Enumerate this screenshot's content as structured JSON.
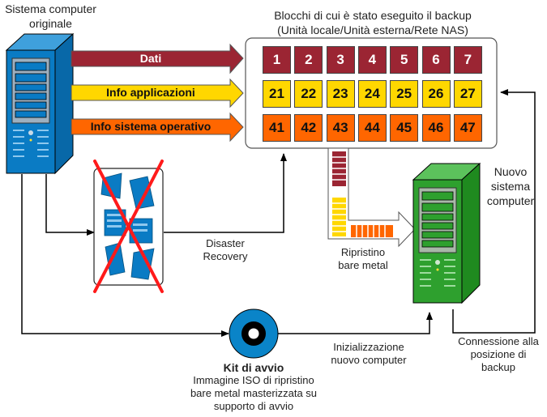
{
  "source_system": {
    "label_line1": "Sistema computer",
    "label_line2": "originale"
  },
  "backup_store": {
    "title_line1": "Blocchi di cui è stato eseguito il backup",
    "title_line2": "(Unità locale/Unità esterna/Rete NAS)",
    "rows": [
      {
        "kind": "data",
        "color": "#9b2533",
        "blocks": [
          "1",
          "2",
          "3",
          "4",
          "5",
          "6",
          "7"
        ]
      },
      {
        "kind": "apps",
        "color": "#ffd700",
        "blocks": [
          "21",
          "22",
          "23",
          "24",
          "25",
          "26",
          "27"
        ]
      },
      {
        "kind": "os",
        "color": "#ff6600",
        "blocks": [
          "41",
          "42",
          "43",
          "44",
          "45",
          "46",
          "47"
        ]
      }
    ]
  },
  "flow_arrows": [
    {
      "label": "Dati",
      "color": "#9b2533"
    },
    {
      "label": "Info applicazioni",
      "color": "#ffd700"
    },
    {
      "label": "Info sistema operativo",
      "color": "#ff6600"
    }
  ],
  "disaster": {
    "label_line1": "Disaster",
    "label_line2": "Recovery"
  },
  "restore": {
    "label_line1": "Ripristino",
    "label_line2": "bare metal"
  },
  "new_system": {
    "label_line1": "Nuovo",
    "label_line2": "sistema",
    "label_line3": "computer"
  },
  "boot_kit": {
    "title": "Kit di avvio",
    "desc_line1": "Immagine ISO di ripristino",
    "desc_line2": "bare metal masterizzata su",
    "desc_line3": "supporto di avvio"
  },
  "init": {
    "label_line1": "Inizializzazione",
    "label_line2": "nuovo computer"
  },
  "connect": {
    "label_line1": "Connessione alla",
    "label_line2": "posizione di",
    "label_line3": "backup"
  },
  "colors": {
    "server_blue": "#0a7bc4",
    "server_green": "#2ea02e",
    "cross_red": "#ff1a1a",
    "disk_blue": "#0a84c8"
  }
}
